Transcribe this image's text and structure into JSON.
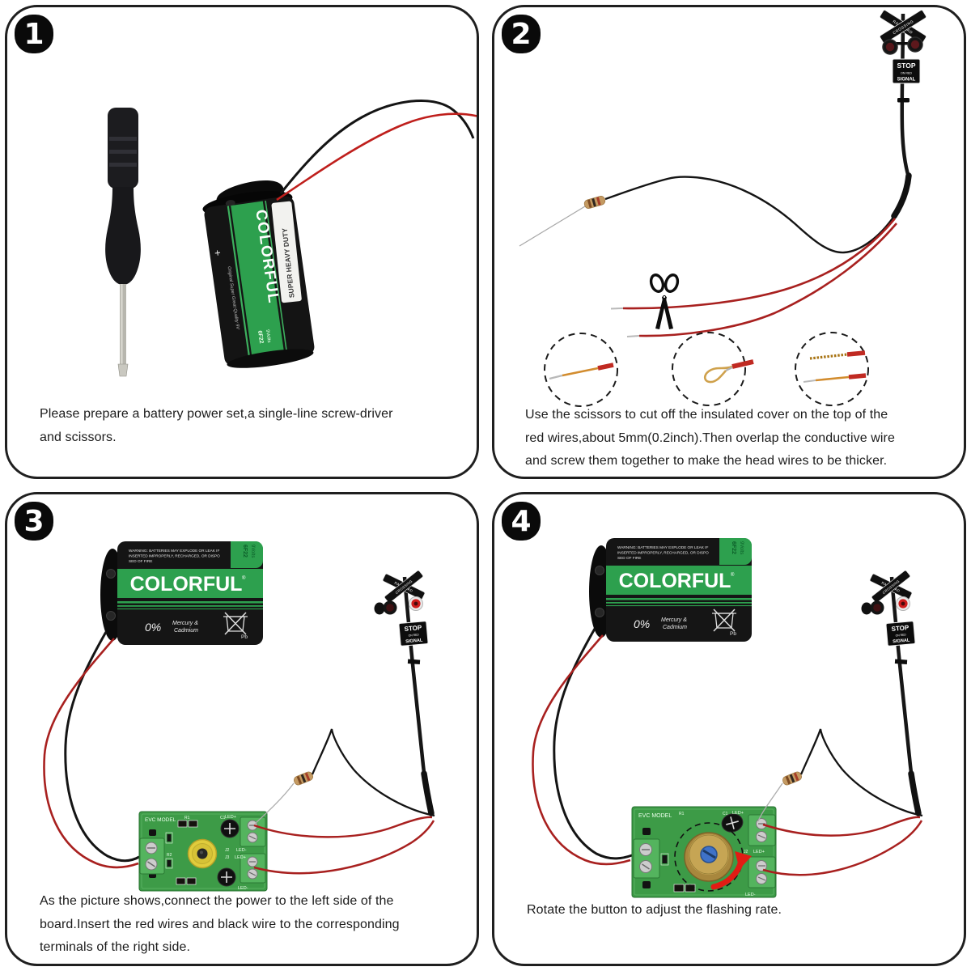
{
  "panels": [
    {
      "number": "1",
      "caption_lines": [
        "Please prepare a battery power set,a single-line screw-driver",
        "and scissors."
      ]
    },
    {
      "number": "2",
      "caption_lines": [
        "Use the scissors to cut off the insulated cover on the top of the",
        "red wires,about 5mm(0.2inch).Then overlap the conductive wire",
        "and screw them together to make the head wires to be thicker."
      ]
    },
    {
      "number": "3",
      "caption_lines": [
        "As the picture shows,connect the power to the left side of the",
        "board.Insert the red wires and black wire to the corresponding",
        "terminals of the right side."
      ]
    },
    {
      "number": "4",
      "caption_lines": [
        "Rotate the button to adjust the flashing rate."
      ]
    }
  ],
  "battery": {
    "brand": "COLORFUL",
    "reg": "®",
    "duty": "SUPER HEAVY DUTY",
    "model": "6F22",
    "volts": "9Volts",
    "quality": "Original Super Great Quality 9V",
    "plus": "+",
    "warning1": "WARNING: BATTERIES MAY EXPLODE OR LEAK IF",
    "warning2": "INSERTED IMPROPERLY, RECHARGED, OR DISPO",
    "warning3": "SED OF FIRE",
    "mercury_pct": "0%",
    "mercury_label1": "Mercury &",
    "mercury_label2": "Cadmium",
    "pb": "Pb"
  },
  "signal": {
    "crossbuck_word1": "RAILROAD",
    "crossbuck_word2": "CROSSING",
    "sign_line1": "STOP",
    "sign_line2": "ON RED",
    "sign_line3": "SIGNAL"
  },
  "pcb": {
    "brand": "EVC MODEL",
    "label_r1": "R1",
    "label_r2": "R2",
    "label_c1": "C1",
    "label_j2": "J2",
    "label_j3": "J3",
    "led_plus": "LED+",
    "led_minus": "LED-"
  },
  "colors": {
    "panel_border": "#1f1f1f",
    "wire_red": "#a8201f",
    "wire_black": "#141414",
    "battery_green": "#2da04e",
    "pcb_green": "#3d9b47",
    "terminal_green": "#54b45e",
    "trimmer_yellow": "#e0cc3c",
    "pot_brass": "#c6a554",
    "pot_screw_blue": "#3f72c8",
    "arrow_red": "#e21c14",
    "resistor_tan": "#c49a62",
    "lit_lamp_red": "#cf1d1d"
  }
}
